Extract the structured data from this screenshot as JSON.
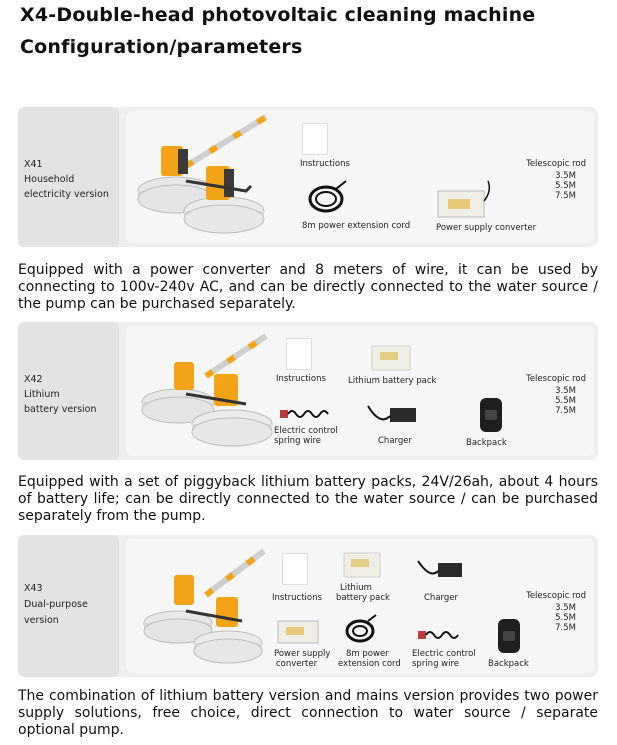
{
  "header": {
    "title_line1": "X4-Double-head photovoltaic cleaning machine",
    "title_line2": "Configuration/parameters"
  },
  "panels": [
    {
      "label": [
        "X41",
        "Household",
        "electricity version"
      ],
      "items": {
        "instructions": "Instructions",
        "extension_cord": "8m power extension cord",
        "converter": "Power supply converter"
      },
      "rod_title": "Telescopic rod",
      "rod_lengths": [
        "3.5M",
        "5.5M",
        "7.5M"
      ]
    },
    {
      "label": [
        "X42",
        "Lithium",
        "battery version"
      ],
      "items": {
        "instructions": "Instructions",
        "battery": "Lithium battery pack",
        "spring_wire_1": "Electric control",
        "spring_wire_2": "spring wire",
        "charger": "Charger",
        "backpack": "Backpack"
      },
      "rod_title": "Telescopic rod",
      "rod_lengths": [
        "3.5M",
        "5.5M",
        "7.5M"
      ]
    },
    {
      "label": [
        "X43",
        "Dual-purpose",
        "version"
      ],
      "items": {
        "instructions": "Instructions",
        "battery_1": "Lithium",
        "battery_2": "battery pack",
        "charger": "Charger",
        "converter_1": "Power supply",
        "converter_2": "converter",
        "cord_1": "8m power",
        "cord_2": "extension cord",
        "spring_wire_1": "Electric control",
        "spring_wire_2": "spring wire",
        "backpack": "Backpack"
      },
      "rod_title": "Telescopic rod",
      "rod_lengths": [
        "3.5M",
        "5.5M",
        "7.5M"
      ]
    }
  ],
  "descriptions": [
    "Equipped with a power converter and 8 meters of wire, it can be used by connecting to 100v-240v AC, and can be directly connected to the water source / the pump can be purchased separately.",
    "Equipped with a set of piggyback lithium battery packs, 24V/26ah, about 4 hours of battery life; can be directly connected to the water source / can be purchased separately from the pump.",
    "The combination of lithium battery version and mains version provides two power supply solutions, free choice, direct connection to water source / separate optional pump."
  ],
  "colors": {
    "machine_orange": "#f2a316",
    "panel_bg": "#eeeeee",
    "label_bg": "#e3e3e3"
  }
}
